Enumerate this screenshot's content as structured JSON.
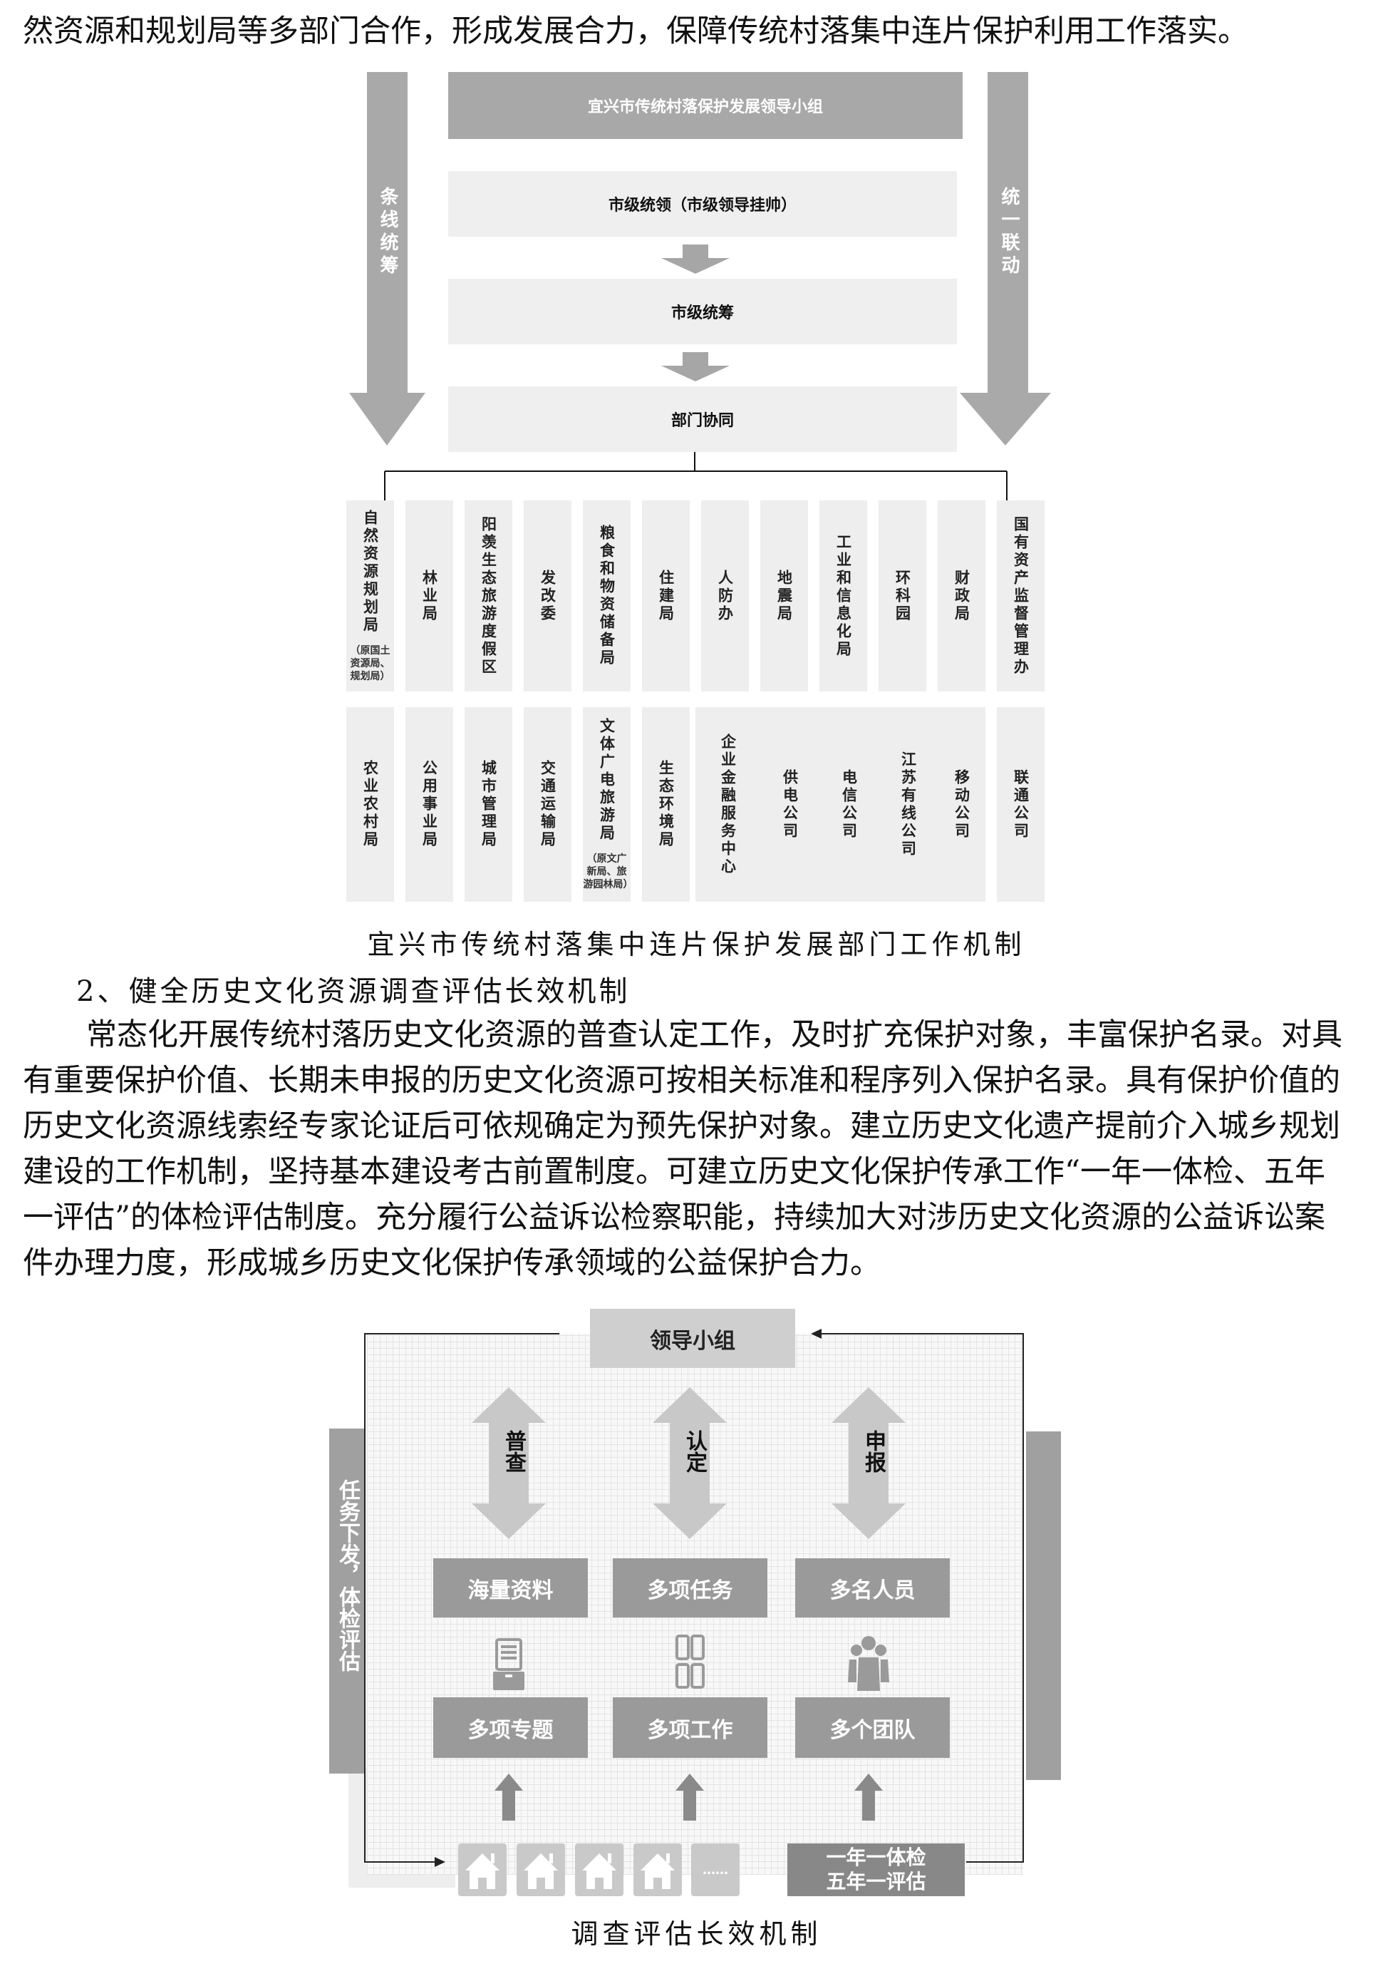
{
  "top_text": "然资源和规划局等多部门合作，形成发展合力，保障传统村落集中连片保护利用工作落实。",
  "diagram1": {
    "leader": "宜兴市传统村落保护发展领导小组",
    "left_arrow": "条线统筹",
    "right_arrow": "统一联动",
    "levels": [
      "市级统领（市级领导挂帅）",
      "市级统筹",
      "部门协同"
    ],
    "departments_row1": [
      {
        "name": "自然资源规划局",
        "note": "（原国土资源局、规划局）"
      },
      {
        "name": "林业局"
      },
      {
        "name": "阳羡生态旅游度假区"
      },
      {
        "name": "发改委"
      },
      {
        "name": "粮食和物资储备局"
      },
      {
        "name": "住建局"
      },
      {
        "name": "人防办"
      },
      {
        "name": "地震局"
      },
      {
        "name": "工业和信息化局"
      },
      {
        "name": "环科园"
      },
      {
        "name": "财政局"
      },
      {
        "name": "国有资产监督管理办"
      }
    ],
    "departments_row2": [
      {
        "name": "农业农村局"
      },
      {
        "name": "公用事业局"
      },
      {
        "name": "城市管理局"
      },
      {
        "name": "交通运输局"
      },
      {
        "name": "文体广电旅游局",
        "note": "（原文广新局、旅游园林局）"
      },
      {
        "name": "生态环境局"
      },
      {
        "name": "企业金融服务中心"
      },
      {
        "name": "供电公司"
      },
      {
        "name": "电信公司"
      },
      {
        "name": "江苏有线公司"
      },
      {
        "name": "移动公司"
      },
      {
        "name": "联通公司"
      }
    ],
    "caption": "宜兴市传统村落集中连片保护发展部门工作机制"
  },
  "section_heading": "2、健全历史文化资源调查评估长效机制",
  "paragraph_lines": [
    "常态化开展传统村落历史文化资源的普查认定工作，及时扩充保护对象，丰富保护名录。对具",
    "有重要保护价值、长期未申报的历史文化资源可按相关标准和程序列入保护名录。具有保护价值的",
    "历史文化资源线索经专家论证后可依规确定为预先保护对象。建立历史文化遗产提前介入城乡规划",
    "建设的工作机制，坚持基本建设考古前置制度。可建立历史文化保护传承工作“一年一体检、五年",
    "一评估”的体检评估制度。充分履行公益诉讼检察职能，持续加大对涉历史文化资源的公益诉讼案",
    "件办理力度，形成城乡历史文化保护传承领域的公益保护合力。"
  ],
  "diagram2": {
    "leader": "领导小组",
    "left_bar": "任务下发，体检评估",
    "actions": [
      "普查",
      "认定",
      "申报"
    ],
    "row1": [
      "海量资料",
      "多项任务",
      "多名人员"
    ],
    "icons": [
      "archive-box-icon",
      "grid-tiles-icon",
      "people-group-icon"
    ],
    "row2": [
      "多项专题",
      "多项工作",
      "多个团队"
    ],
    "more": "……",
    "cycle_line1": "一年一体检",
    "cycle_line2": "五年一评估",
    "caption": "调查评估长效机制"
  }
}
